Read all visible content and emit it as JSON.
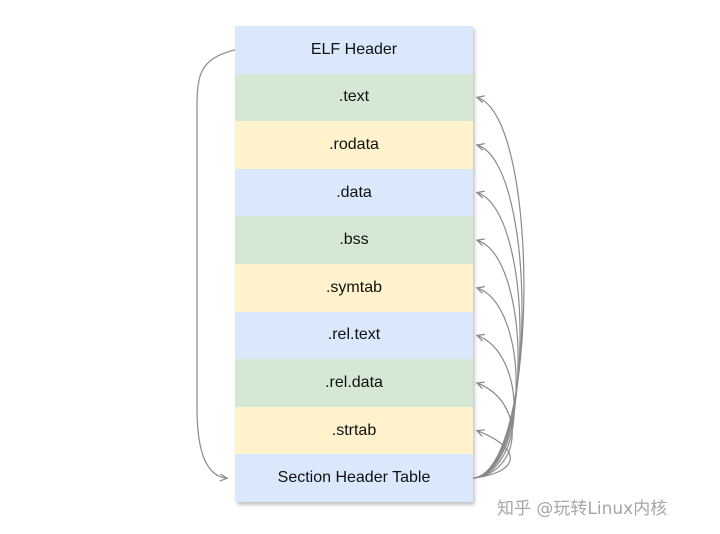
{
  "sections": [
    {
      "label": "ELF Header",
      "color": "#dae8fc"
    },
    {
      "label": ".text",
      "color": "#d5e8d4"
    },
    {
      "label": ".rodata",
      "color": "#fff2cc"
    },
    {
      "label": ".data",
      "color": "#dae8fc"
    },
    {
      "label": ".bss",
      "color": "#d5e8d4"
    },
    {
      "label": ".symtab",
      "color": "#fff2cc"
    },
    {
      "label": ".rel.text",
      "color": "#dae8fc"
    },
    {
      "label": ".rel.data",
      "color": "#d5e8d4"
    },
    {
      "label": ".strtab",
      "color": "#fff2cc"
    },
    {
      "label": "Section Header Table",
      "color": "#dae8fc"
    }
  ],
  "edges": {
    "header_to_sht": {
      "from": "ELF Header",
      "to": "Section Header Table"
    },
    "sht_to_sections": [
      ".text",
      ".rodata",
      ".data",
      ".bss",
      ".symtab",
      ".rel.text",
      ".rel.data",
      ".strtab"
    ]
  },
  "arrow_color": "#8a8a8a",
  "watermark": "知乎 @玩转Linux内核"
}
